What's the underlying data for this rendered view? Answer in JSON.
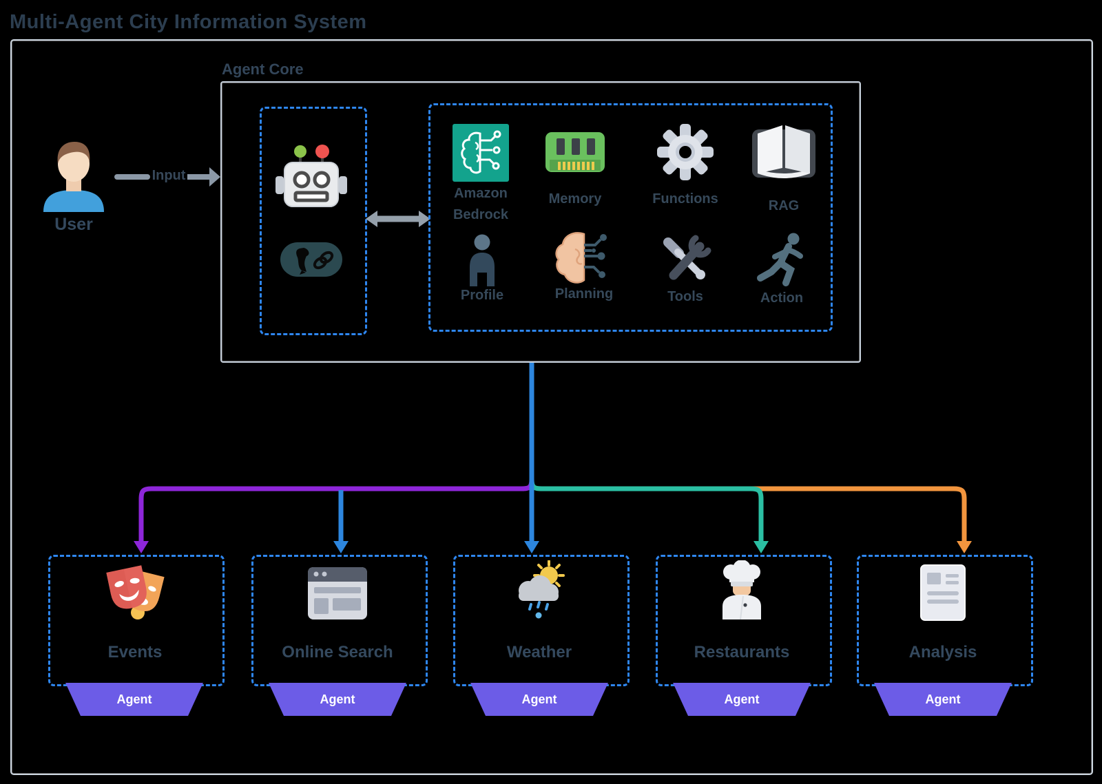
{
  "title": "Multi-Agent City Information System",
  "user": {
    "label": "User"
  },
  "input": {
    "label": "Input"
  },
  "agent_core": {
    "label": "Agent Core",
    "runtime_icons": [
      "robot-icon",
      "langchain-icon"
    ],
    "modules": [
      {
        "label": "Amazon Bedrock",
        "icon": "bedrock-brain-circuit-icon"
      },
      {
        "label": "Memory",
        "icon": "ram-chip-icon"
      },
      {
        "label": "Functions",
        "icon": "gear-icon"
      },
      {
        "label": "RAG",
        "icon": "open-book-icon"
      },
      {
        "label": "Profile",
        "icon": "person-silhouette-icon"
      },
      {
        "label": "Planning",
        "icon": "brain-circuit-icon"
      },
      {
        "label": "Tools",
        "icon": "wrench-screwdriver-icon"
      },
      {
        "label": "Action",
        "icon": "running-person-icon"
      }
    ]
  },
  "agents": [
    {
      "label": "Events",
      "badge": "Agent",
      "icon": "theater-masks-icon",
      "arrow_color": "#8e26d9"
    },
    {
      "label": "Online Search",
      "badge": "Agent",
      "icon": "browser-window-icon",
      "arrow_color": "#2d86de"
    },
    {
      "label": "Weather",
      "badge": "Agent",
      "icon": "sun-rain-cloud-icon",
      "arrow_color": "#2d86de"
    },
    {
      "label": "Restaurants",
      "badge": "Agent",
      "icon": "chef-icon",
      "arrow_color": "#2bbfa3"
    },
    {
      "label": "Analysis",
      "badge": "Agent",
      "icon": "report-document-icon",
      "arrow_color": "#f2953e"
    }
  ],
  "colors": {
    "background": "#000000",
    "dashed_border": "#2e86f0",
    "container_border": "#cdd7e1",
    "agent_badge": "#6c5ce7",
    "heading_text": "#2c3e50",
    "label_text": "#34495e",
    "flow_blue": "#2d86de",
    "flow_purple": "#8e26d9",
    "flow_teal": "#2bbfa3",
    "flow_orange": "#f2953e",
    "gray_arrow": "#8b98a6"
  }
}
